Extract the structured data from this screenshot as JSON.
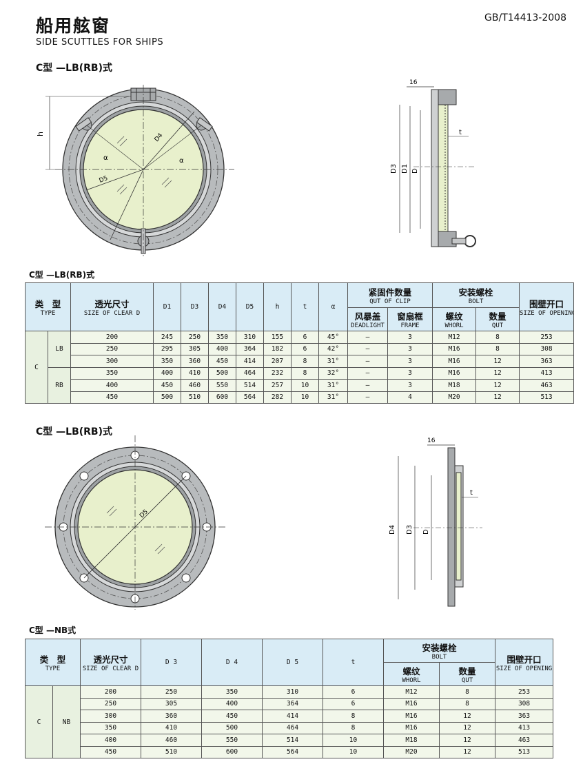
{
  "header": {
    "title_cn": "船用舷窗",
    "title_en": "SIDE SCUTTLES FOR SHIPS",
    "standard": "GB/T14413-2008"
  },
  "section1": {
    "heading": "C型 —LB(RB)式",
    "drawing_labels": {
      "h": "h",
      "d4": "D4",
      "d5": "D5",
      "alpha": "α",
      "w16": "16",
      "t": "t",
      "d3": "D3",
      "d1": "D1",
      "d": "D"
    }
  },
  "table1": {
    "caption": "C型 —LB(RB)式",
    "headers": {
      "type_cn": "类　型",
      "type_en": "TYPE",
      "clear_cn": "透光尺寸",
      "clear_en": "SIZE OF CLEAR D",
      "d1": "D1",
      "d3": "D3",
      "d4": "D4",
      "d5": "D5",
      "h": "h",
      "t": "t",
      "alpha": "α",
      "clip_cn": "紧固件数量",
      "clip_en": "QUT OF CLIP",
      "deadlight_cn": "风暴盖",
      "deadlight_en": "DEADLIGHT",
      "frame_cn": "窗扇框",
      "frame_en": "FRAME",
      "bolt_cn": "安装螺栓",
      "bolt_en": "BOLT",
      "whorl_cn": "螺纹",
      "whorl_en": "WHORL",
      "qty_cn": "数量",
      "qty_en": "QUT",
      "opening_cn": "围壁开口",
      "opening_en": "SIZE OF OPENING"
    },
    "type_group": "C",
    "subtypes": [
      "LB",
      "RB"
    ],
    "rows": [
      [
        "200",
        "245",
        "250",
        "350",
        "310",
        "155",
        "6",
        "45°",
        "—",
        "3",
        "M12",
        "8",
        "253"
      ],
      [
        "250",
        "295",
        "305",
        "400",
        "364",
        "182",
        "6",
        "42°",
        "—",
        "3",
        "M16",
        "8",
        "308"
      ],
      [
        "300",
        "350",
        "360",
        "450",
        "414",
        "207",
        "8",
        "31°",
        "—",
        "3",
        "M16",
        "12",
        "363"
      ],
      [
        "350",
        "400",
        "410",
        "500",
        "464",
        "232",
        "8",
        "32°",
        "—",
        "3",
        "M16",
        "12",
        "413"
      ],
      [
        "400",
        "450",
        "460",
        "550",
        "514",
        "257",
        "10",
        "31°",
        "—",
        "3",
        "M18",
        "12",
        "463"
      ],
      [
        "450",
        "500",
        "510",
        "600",
        "564",
        "282",
        "10",
        "31°",
        "—",
        "4",
        "M20",
        "12",
        "513"
      ]
    ]
  },
  "section2": {
    "heading": "C型 —LB(RB)式",
    "drawing_labels": {
      "d5": "D5",
      "w16": "16",
      "t": "t",
      "d4": "D4",
      "d3": "D3",
      "d": "D"
    }
  },
  "table2": {
    "caption": "C型 —NB式",
    "headers": {
      "type_cn": "类　型",
      "type_en": "TYPE",
      "clear_cn": "透光尺寸",
      "clear_en": "SIZE OF CLEAR D",
      "d3": "D 3",
      "d4": "D 4",
      "d5": "D 5",
      "t": "t",
      "bolt_cn": "安装螺栓",
      "bolt_en": "BOLT",
      "whorl_cn": "螺纹",
      "whorl_en": "WHORL",
      "qty_cn": "数量",
      "qty_en": "QUT",
      "opening_cn": "围壁开口",
      "opening_en": "SIZE OF OPENING"
    },
    "type_group": "C",
    "subtype": "NB",
    "rows": [
      [
        "200",
        "250",
        "350",
        "310",
        "6",
        "M12",
        "8",
        "253"
      ],
      [
        "250",
        "305",
        "400",
        "364",
        "6",
        "M16",
        "8",
        "308"
      ],
      [
        "300",
        "360",
        "450",
        "414",
        "8",
        "M16",
        "12",
        "363"
      ],
      [
        "350",
        "410",
        "500",
        "464",
        "8",
        "M16",
        "12",
        "413"
      ],
      [
        "400",
        "460",
        "550",
        "514",
        "10",
        "M18",
        "12",
        "463"
      ],
      [
        "450",
        "510",
        "600",
        "564",
        "10",
        "M20",
        "12",
        "513"
      ]
    ]
  }
}
